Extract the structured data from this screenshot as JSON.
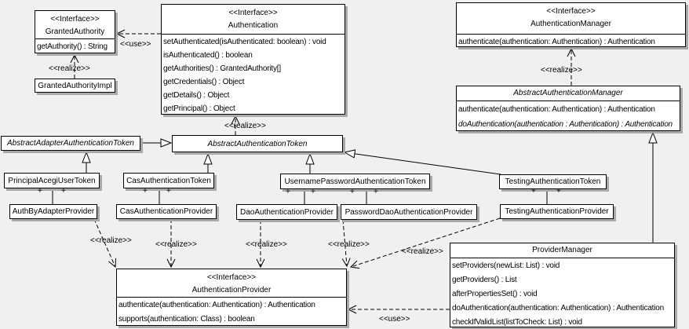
{
  "labels": {
    "interface": "<<Interface>>",
    "realize": "<<realize>>",
    "use": "<<use>>",
    "plus": "+"
  },
  "colors": {
    "background": "#f0f0f0",
    "box_fill": "#ffffff",
    "border": "#000000",
    "shadow": "#a9a9a9"
  },
  "classes": {
    "granted_authority": {
      "stereotype": "<<Interface>>",
      "name": "GrantedAuthority",
      "methods": [
        "getAuthority() : String"
      ]
    },
    "granted_authority_impl": {
      "name": "GrantedAuthorityImpl"
    },
    "authentication": {
      "stereotype": "<<Interface>>",
      "name": "Authentication",
      "methods": [
        "setAuthenticated(isAuthenticated: boolean) : void",
        "isAuthenticated() : boolean",
        "getAuthorities() : GrantedAuthority[]",
        "getCredentials() : Object",
        "getDetails() : Object",
        "getPrincipal() : Object"
      ]
    },
    "authentication_manager": {
      "stereotype": "<<Interface>>",
      "name": "AuthenticationManager",
      "methods": [
        "authenticate(authentication: Authentication) : Authentication"
      ]
    },
    "abstract_authentication_manager": {
      "name": "AbstractAuthenticationManager",
      "methods": [
        "authenticate(authentication: Authentication) : Authentication",
        "doAuthentication(authentication : Authentication) : Authentication"
      ]
    },
    "abstract_adapter_authentication_token": {
      "name": "AbstractAdapterAuthenticationToken"
    },
    "abstract_authentication_token": {
      "name": "AbstractAuthenticationToken"
    },
    "principal_acegi_user_token": {
      "name": "PrincipalAcegiUserToken"
    },
    "cas_authentication_token": {
      "name": "CasAuthenticationToken"
    },
    "username_password_authentication_token": {
      "name": "UsernamePasswordAuthenticationToken"
    },
    "testing_authentication_token": {
      "name": "TestingAuthenticationToken"
    },
    "auth_by_adapter_provider": {
      "name": "AuthByAdapterProvider"
    },
    "cas_authentication_provider": {
      "name": "CasAuthenticationProvider"
    },
    "dao_authentication_provider": {
      "name": "DaoAuthenticationProvider"
    },
    "password_dao_authentication_provider": {
      "name": "PasswordDaoAuthenticationProvider"
    },
    "testing_authentication_provider": {
      "name": "TestingAuthenticationProvider"
    },
    "authentication_provider": {
      "stereotype": "<<Interface>>",
      "name": "AuthenticationProvider",
      "methods": [
        "authenticate(authentication: Authentication) : Authentication",
        "supports(authentication: Class) : boolean"
      ]
    },
    "provider_manager": {
      "name": "ProviderManager",
      "methods": [
        "setProviders(newList: List) : void",
        "getProviders() : List",
        "afterPropertiesSet() : void",
        "doAuthentication(authentication: Authentication) : Authentication",
        "checkIfValidList(listToCheck: List) : void"
      ]
    }
  }
}
